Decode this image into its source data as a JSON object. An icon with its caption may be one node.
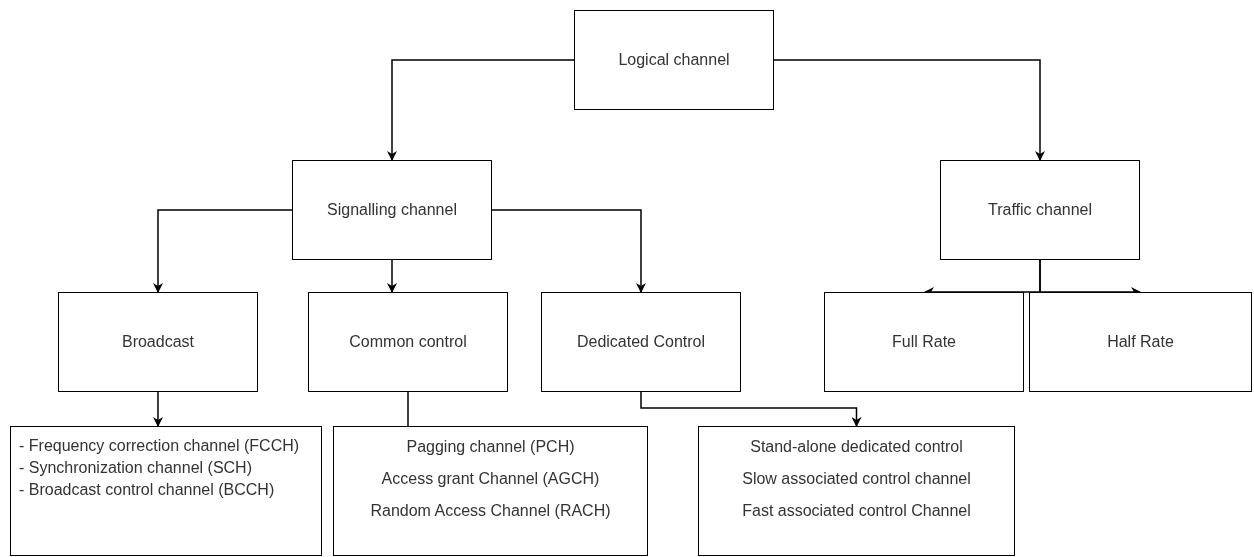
{
  "diagram": {
    "nodes": [
      {
        "text": [
          "Logical channel"
        ]
      },
      {
        "text": [
          "Signalling channel"
        ]
      },
      {
        "text": [
          "Traffic channel"
        ]
      },
      {
        "text": [
          "Broadcast"
        ]
      },
      {
        "text": [
          "Common control"
        ]
      },
      {
        "text": [
          "Dedicated Control"
        ]
      },
      {
        "text": [
          "Full Rate"
        ]
      },
      {
        "text": [
          "Half Rate"
        ]
      },
      {
        "text": [
          "- Frequency correction channel (FCCH)",
          "- Synchronization channel (SCH)",
          "- Broadcast control channel (BCCH)"
        ]
      },
      {
        "text": [
          "Pagging channel (PCH)",
          "Access grant Channel (AGCH)",
          "Random Access Channel (RACH)"
        ]
      },
      {
        "text": [
          "Stand-alone dedicated control",
          "Slow associated control channel",
          "Fast associated control Channel"
        ]
      }
    ],
    "edges": [
      {
        "from": 0,
        "to": 1,
        "arrow": "to"
      },
      {
        "from": 0,
        "to": 2,
        "arrow": "to"
      },
      {
        "from": 1,
        "to": 3,
        "arrow": "to"
      },
      {
        "from": 1,
        "to": 4,
        "arrow": "to"
      },
      {
        "from": 1,
        "to": 5,
        "arrow": "to"
      },
      {
        "from": 2,
        "to": 6,
        "arrow": "to"
      },
      {
        "from": 2,
        "to": 7,
        "arrow": "to"
      },
      {
        "from": 3,
        "to": 8,
        "arrow": "to"
      },
      {
        "from": 4,
        "to": 9,
        "arrow": "none"
      },
      {
        "from": 5,
        "to": 10,
        "arrow": "to"
      }
    ]
  }
}
